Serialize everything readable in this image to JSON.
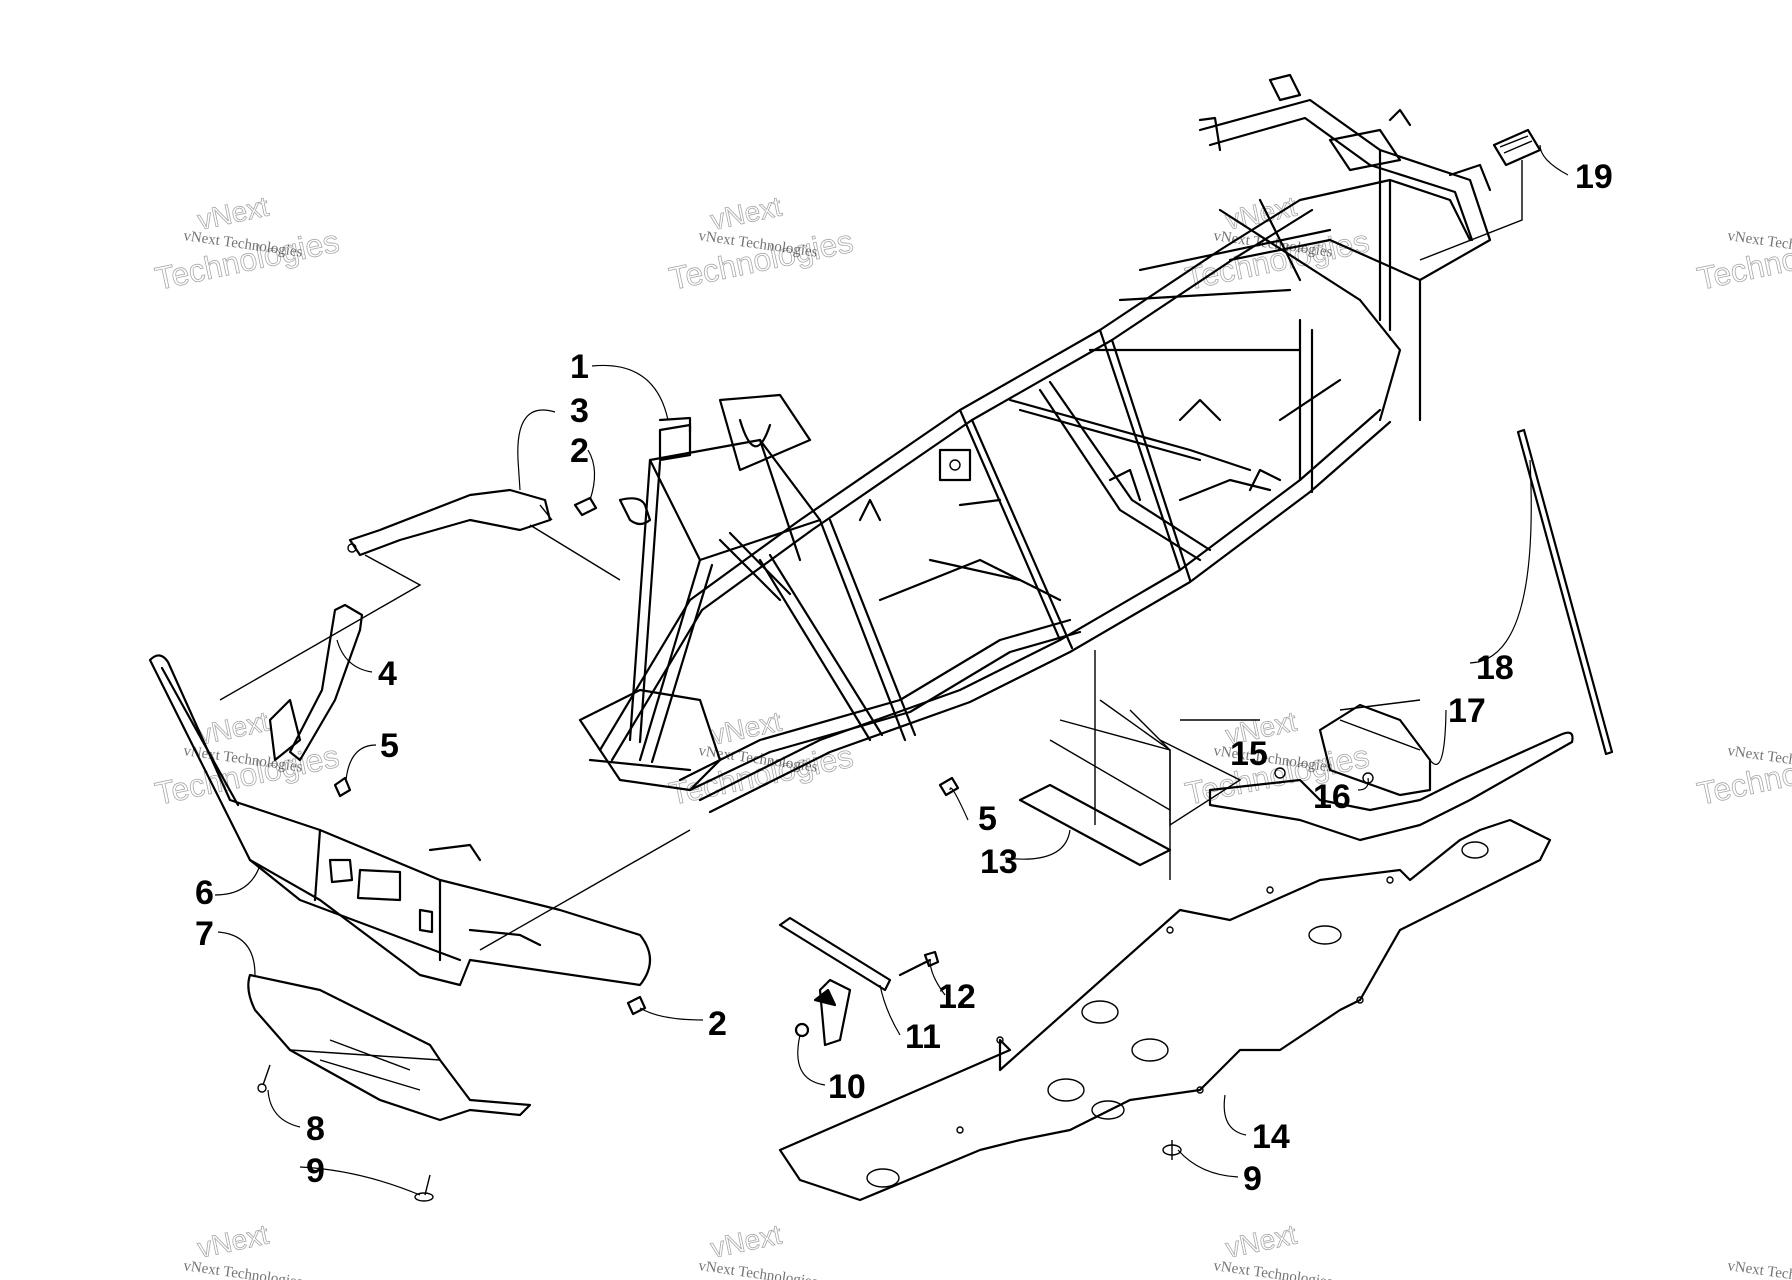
{
  "watermark": {
    "top_line": "vNext",
    "main_line": "vNext Technologies",
    "outline_line": "Technologies"
  },
  "callouts": [
    {
      "id": "c1",
      "label": "1"
    },
    {
      "id": "c3",
      "label": "3"
    },
    {
      "id": "c2a",
      "label": "2"
    },
    {
      "id": "c4",
      "label": "4"
    },
    {
      "id": "c5a",
      "label": "5"
    },
    {
      "id": "c5b",
      "label": "5"
    },
    {
      "id": "c6",
      "label": "6"
    },
    {
      "id": "c7",
      "label": "7"
    },
    {
      "id": "c2b",
      "label": "2"
    },
    {
      "id": "c8",
      "label": "8"
    },
    {
      "id": "c9a",
      "label": "9"
    },
    {
      "id": "c10",
      "label": "10"
    },
    {
      "id": "c11",
      "label": "11"
    },
    {
      "id": "c12",
      "label": "12"
    },
    {
      "id": "c13",
      "label": "13"
    },
    {
      "id": "c14",
      "label": "14"
    },
    {
      "id": "c9b",
      "label": "9"
    },
    {
      "id": "c15",
      "label": "15"
    },
    {
      "id": "c16",
      "label": "16"
    },
    {
      "id": "c17",
      "label": "17"
    },
    {
      "id": "c18",
      "label": "18"
    },
    {
      "id": "c19",
      "label": "19"
    }
  ]
}
